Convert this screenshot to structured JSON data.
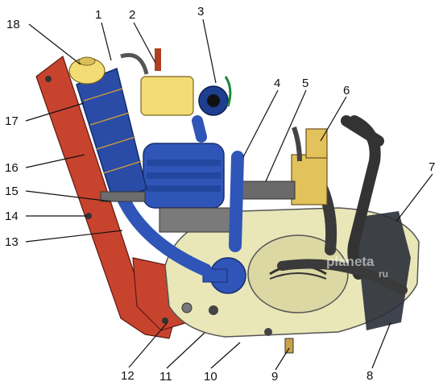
{
  "callouts": [
    {
      "id": "1",
      "text": "1"
    },
    {
      "id": "2",
      "text": "2"
    },
    {
      "id": "3",
      "text": "3"
    },
    {
      "id": "4",
      "text": "4"
    },
    {
      "id": "5",
      "text": "5"
    },
    {
      "id": "6",
      "text": "6"
    },
    {
      "id": "7",
      "text": "7"
    },
    {
      "id": "8",
      "text": "8"
    },
    {
      "id": "9",
      "text": "9"
    },
    {
      "id": "10",
      "text": "10"
    },
    {
      "id": "11",
      "text": "11"
    },
    {
      "id": "12",
      "text": "12"
    },
    {
      "id": "13",
      "text": "13"
    },
    {
      "id": "14",
      "text": "14"
    },
    {
      "id": "15",
      "text": "15"
    },
    {
      "id": "16",
      "text": "16"
    },
    {
      "id": "17",
      "text": "17"
    },
    {
      "id": "18",
      "text": "18"
    }
  ],
  "watermark": {
    "line1": "planeta",
    "line2": "ru"
  },
  "colors": {
    "frame": "#c8432e",
    "radiator": "#2a4ca6",
    "tank": "#f2dc74",
    "cylinder": "#2f55b8",
    "crankcase": "#e9e6b8",
    "carburetor": "#e2c25a",
    "pipes": "#444444"
  }
}
